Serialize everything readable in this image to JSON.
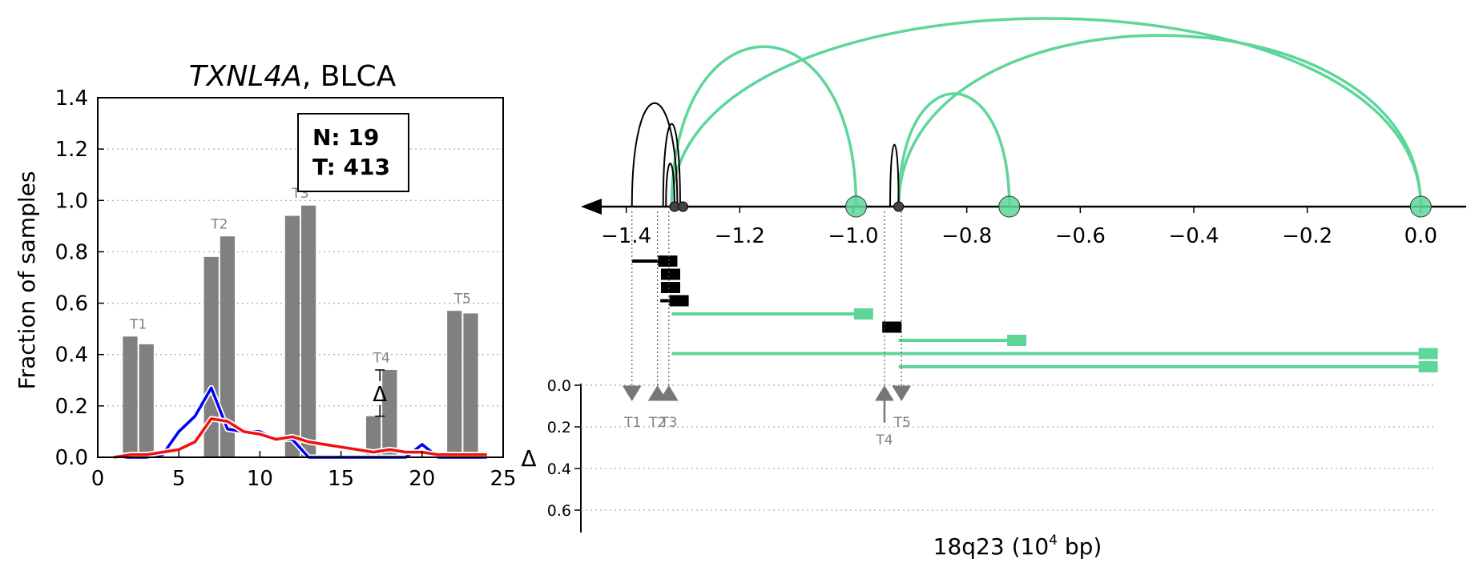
{
  "colors": {
    "bar": "#808080",
    "normal_line": "#0000ee",
    "tumor_line": "#ee1111",
    "loop": "#5ed69a",
    "black": "#000000",
    "grid": "#999999"
  },
  "chart_data": [
    {
      "type": "bar",
      "title_italic": "TXNL4A",
      "title_rest": ", BLCA",
      "ylabel": "Fraction of samples",
      "xlabel": "",
      "xlim": [
        0,
        25
      ],
      "ylim": [
        0,
        1.4
      ],
      "xticks": [
        "0",
        "5",
        "10",
        "15",
        "20",
        "25"
      ],
      "yticks": [
        "0.0",
        "0.2",
        "0.4",
        "0.6",
        "0.8",
        "1.0",
        "1.2",
        "1.4"
      ],
      "grid": "horizontal dotted",
      "counts_box": {
        "n_label": "N: 19",
        "t_label": "T: 413"
      },
      "bars": [
        {
          "x": 2,
          "value": 0.47
        },
        {
          "x": 3,
          "value": 0.44
        },
        {
          "x": 7,
          "value": 0.78
        },
        {
          "x": 8,
          "value": 0.86
        },
        {
          "x": 12,
          "value": 0.94
        },
        {
          "x": 13,
          "value": 0.98
        },
        {
          "x": 17,
          "value": 0.16
        },
        {
          "x": 18,
          "value": 0.34
        },
        {
          "x": 22,
          "value": 0.57
        },
        {
          "x": 23,
          "value": 0.56
        }
      ],
      "bar_labels": [
        {
          "text": "T1",
          "x": 2.5,
          "y": 0.5
        },
        {
          "text": "T2",
          "x": 7.5,
          "y": 0.89
        },
        {
          "text": "T3",
          "x": 12.5,
          "y": 1.01
        },
        {
          "text": "T4",
          "x": 17.5,
          "y": 0.37
        },
        {
          "text": "T5",
          "x": 22.5,
          "y": 0.6
        }
      ],
      "delta_annotation": {
        "label": "Δ",
        "x": 17.4,
        "y_low": 0.16,
        "y_high": 0.34
      },
      "series": [
        {
          "color": "blue",
          "x": [
            1,
            2,
            3,
            4,
            5,
            6,
            7,
            8,
            9,
            10,
            11,
            12,
            13,
            14,
            15,
            16,
            17,
            18,
            19,
            20,
            21,
            22,
            23,
            24
          ],
          "values": [
            0,
            0,
            0,
            0.01,
            0.1,
            0.16,
            0.27,
            0.11,
            0.1,
            0.1,
            0.07,
            0.07,
            0,
            0,
            0,
            0,
            0,
            0,
            0,
            0.05,
            0,
            0,
            0,
            0
          ]
        },
        {
          "color": "red",
          "x": [
            1,
            2,
            3,
            4,
            5,
            6,
            7,
            8,
            9,
            10,
            11,
            12,
            13,
            14,
            15,
            16,
            17,
            18,
            19,
            20,
            21,
            22,
            23,
            24
          ],
          "values": [
            0,
            0.01,
            0.01,
            0.02,
            0.03,
            0.06,
            0.15,
            0.14,
            0.1,
            0.09,
            0.07,
            0.08,
            0.06,
            0.05,
            0.04,
            0.03,
            0.02,
            0.03,
            0.02,
            0.02,
            0.01,
            0.01,
            0.01,
            0.01
          ]
        }
      ]
    },
    {
      "type": "arc",
      "xlabel": "18q23 (10⁴ bp)",
      "xlabel_main": "18q23 (10",
      "xlabel_sup": "4",
      "xlabel_tail": " bp)",
      "xlim": [
        -1.48,
        0.08
      ],
      "xticks": [
        {
          "value": -1.4,
          "label": "−1.4"
        },
        {
          "value": -1.2,
          "label": "−1.2"
        },
        {
          "value": -1.0,
          "label": "−1.0"
        },
        {
          "value": -0.8,
          "label": "−0.8"
        },
        {
          "value": -0.6,
          "label": "−0.6"
        },
        {
          "value": -0.4,
          "label": "−0.4"
        },
        {
          "value": -0.2,
          "label": "−0.2"
        },
        {
          "value": 0.0,
          "label": "0.0"
        }
      ],
      "loops": [
        {
          "start": -1.32,
          "end": -0.995,
          "height": 0.85,
          "color": "green"
        },
        {
          "start": -1.32,
          "end": 0.0,
          "height": 1.0,
          "color": "green"
        },
        {
          "start": -0.92,
          "end": -0.725,
          "height": 0.6,
          "color": "green"
        },
        {
          "start": -0.92,
          "end": 0.0,
          "height": 0.91,
          "color": "green"
        },
        {
          "start": -1.39,
          "end": -1.31,
          "height": 0.55,
          "color": "black"
        },
        {
          "start": -1.335,
          "end": -1.305,
          "height": 0.44,
          "color": "black"
        },
        {
          "start": -1.33,
          "end": -1.315,
          "height": 0.23,
          "color": "black"
        },
        {
          "start": -0.935,
          "end": -0.92,
          "height": 0.33,
          "color": "black"
        }
      ],
      "anchors": [
        {
          "pos": -0.995,
          "type": "green"
        },
        {
          "pos": -0.725,
          "type": "green"
        },
        {
          "pos": 0.0,
          "type": "green"
        },
        {
          "pos": -1.315,
          "type": "black"
        },
        {
          "pos": -1.3,
          "type": "black"
        },
        {
          "pos": -0.92,
          "type": "black"
        }
      ],
      "segments": [
        {
          "start": -1.39,
          "end": -1.31,
          "color": "black"
        },
        {
          "start": -1.33,
          "end": -1.305,
          "color": "black"
        },
        {
          "start": -1.33,
          "end": -1.305,
          "color": "black"
        },
        {
          "start": -1.34,
          "end": -1.29,
          "color": "black"
        },
        {
          "start": -1.32,
          "end": -0.965,
          "color": "green"
        },
        {
          "start": -0.945,
          "end": -0.915,
          "color": "black"
        },
        {
          "start": -0.92,
          "end": -0.695,
          "color": "green"
        },
        {
          "start": -1.32,
          "end": 0.03,
          "color": "green"
        },
        {
          "start": -0.92,
          "end": 0.03,
          "color": "green"
        }
      ],
      "delta_panel": {
        "ylabel": "Δ",
        "ylim": [
          0,
          0.7
        ],
        "yticks": [
          "0.0",
          "0.2",
          "0.4",
          "0.6"
        ],
        "markers": [
          {
            "label": "T1",
            "pos": -1.39,
            "delta": 0,
            "dir": "down"
          },
          {
            "label": "T2",
            "pos": -1.345,
            "delta": 0,
            "dir": "up"
          },
          {
            "label": "T3",
            "pos": -1.325,
            "delta": 0,
            "dir": "up"
          },
          {
            "label": "T4",
            "pos": -0.945,
            "delta": 0.18,
            "dir": "up"
          },
          {
            "label": "T5",
            "pos": -0.915,
            "delta": 0,
            "dir": "down"
          }
        ]
      }
    }
  ]
}
